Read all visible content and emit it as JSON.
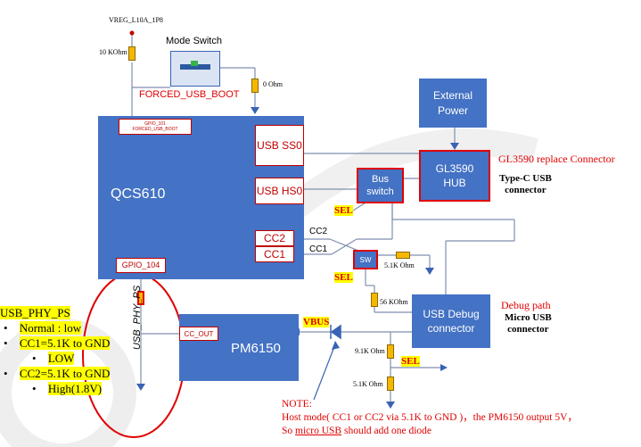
{
  "vreg_label": "VREG_L10A_1P8",
  "r_top": "10 KOhm",
  "mode_switch": "Mode Switch",
  "forced_usb_boot": "FORCED_USB_BOOT",
  "r_0ohm": "0 Ohm",
  "external_power": "External\nPower",
  "qcs610": {
    "label": "QCS610",
    "gpio101": "GPIO_101\nFORCED_USB_BOOT",
    "usb_ss0": "USB SS0",
    "usb_hs0": "USB HS0",
    "cc2": "CC2",
    "cc1": "CC1",
    "gpio104": "GPIO_104"
  },
  "gl3590": {
    "label": "GL3590\nHUB"
  },
  "gl3590_note": "GL3590 replace Connector",
  "typec_note": "Type-C USB\nconnector",
  "bus_switch": "Bus\nswitch",
  "sel1": "SEL",
  "sel2": "SEL",
  "sel3": "SEL",
  "cc2_line": "CC2",
  "cc1_line": "CC1",
  "sw": "SW",
  "r_5k1_1": "5.1K Ohm",
  "r_56k": "56 KOhm",
  "debug_path": "Debug path",
  "micro_usb_note": "Micro USB\nconnector",
  "usb_debug": "USB Debug\nconnector",
  "pm6150": {
    "label": "PM6150",
    "cc_out": "CC_OUT"
  },
  "vbus": "VBUS",
  "r_9k1": "9.1K Ohm",
  "r_5k1_2": "5.1K Ohm",
  "usb_phy_ps_vertical": "USB_PHY_PS",
  "left_panel": {
    "title": "USB_PHY_PS",
    "b1": "Normal : low",
    "b2": "CC1=5.1K to GND",
    "b2_sub": "LOW",
    "b3": "CC2=5.1K to GND",
    "b3_sub": "High(1.8V)"
  },
  "note": {
    "title": "NOTE:",
    "line1": "Host mode( CC1 or CC2 via 5.1K to GND )，the PM6150 output 5V，",
    "line2_prefix": "So ",
    "line2_link": "micro USB",
    "line2_suffix": " should add one diode"
  },
  "colors": {
    "block": "#4472c4",
    "red": "#e00000",
    "yellow": "#ffff00",
    "wire": "#7f8fb0"
  }
}
